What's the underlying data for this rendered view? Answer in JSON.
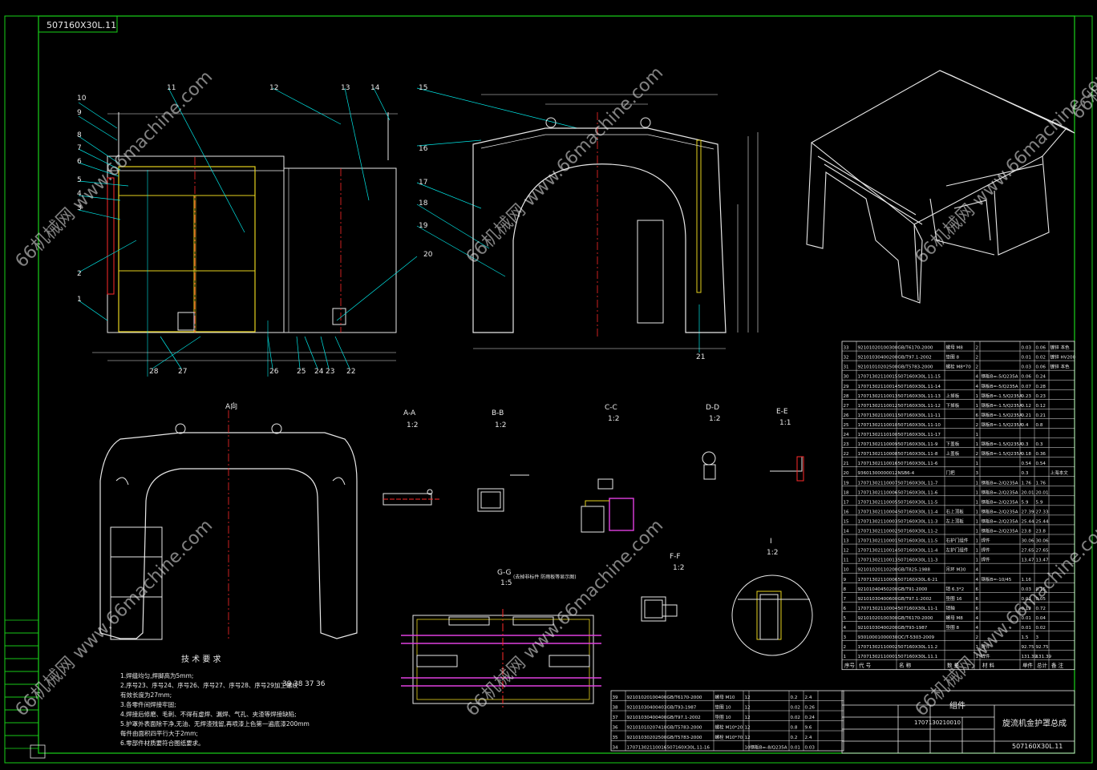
{
  "drawing": {
    "stamp_top_left": "507160X30L.11",
    "drawing_no": "507160X30L.11",
    "project_code": "1707130210010",
    "title_name": "旋流机金护罩总成",
    "title_center": "组件",
    "view_labels": {
      "aa": "A-A",
      "aa_scale": "1:2",
      "bb": "B-B",
      "bb_scale": "1:2",
      "cc": "C-C",
      "cc_scale": "1:2",
      "dd": "D-D",
      "dd_scale": "1:2",
      "ee": "E-E",
      "ee_scale": "1:1",
      "ff": "F-F",
      "ff_scale": "1:2",
      "gg": "G-G",
      "gg_scale": "1:5",
      "gg_note": "(去掉非标件 防雨板等显示图)",
      "i": "I",
      "i_scale": "1:2",
      "a_dir": "A向"
    },
    "tech_req": {
      "heading": "技 术 要 求",
      "lines": [
        "1.焊缝均匀,焊脚高为5mm;",
        "2.序号23、序号24、序号26、序号27、序号28、序号29加工螺纹",
        "  有效长度为27mm;",
        "3.各零件间焊接牢固;",
        "4.焊接后修磨、毛刺、不得有虚焊、漏焊、气孔、夹渣等焊接缺陷;",
        "5.护罩外表面除干净,无油、无焊渣残留,再喷漆上色第一遍底漆200mm",
        "  每件由面积四平行大于2mm;",
        "6.零部件材质要符合图纸要求。"
      ]
    },
    "balloons_top": [
      "10",
      "9",
      "8",
      "7",
      "6",
      "5",
      "4",
      "3",
      "2",
      "1",
      "11",
      "12",
      "13",
      "14",
      "15",
      "16",
      "17",
      "18",
      "19",
      "20",
      "28",
      "27",
      "26",
      "25",
      "24",
      "23",
      "22",
      "21"
    ],
    "balloons_bottom": [
      "39",
      "38",
      "37",
      "36"
    ],
    "watermark": [
      "66机械网 www.66machine.com",
      "66机械网 www.66machine.com",
      "66机械网 www.66machine.com",
      "66机械网 www.66machine.com",
      "66机械网 www.66machine.com",
      "66机械网 www.66machine.com",
      "66机械网 www.66machine.com"
    ],
    "bom_main": [
      [
        "33",
        "92101020100300",
        "GB/T6170-2000",
        "螺母 M8",
        "2",
        "",
        "0.03",
        "0.06",
        "镀锌 本色"
      ],
      [
        "32",
        "92101030400200",
        "GB/T97.1-2002",
        "垫圈 8",
        "2",
        "",
        "0.01",
        "0.02",
        "镀锌 HV200"
      ],
      [
        "31",
        "92101010202500",
        "GB/T5783-2000",
        "螺栓 M8*70",
        "2",
        "",
        "0.03",
        "0.06",
        "镀锌 本色"
      ],
      [
        "30",
        "17071302110015",
        "507160X30L.11-15",
        "",
        "4",
        "钢板B=-5/Q235A",
        "0.06",
        "0.24",
        ""
      ],
      [
        "29",
        "17071302110014",
        "507160X30L.11-14",
        "",
        "4",
        "钢板B=-5/Q235A",
        "0.07",
        "0.28",
        ""
      ],
      [
        "28",
        "17071302110013",
        "507160X30L.11-13",
        "上掉板",
        "1",
        "钢板B=-1.5/Q235A",
        "0.23",
        "0.23",
        ""
      ],
      [
        "27",
        "17071302110012",
        "507160X30L.11-12",
        "下掉板",
        "1",
        "钢板B=-1.5/Q235A",
        "0.12",
        "0.12",
        ""
      ],
      [
        "26",
        "17071302110011",
        "507160X30L.11-11",
        "",
        "6",
        "钢板B=-1.5/Q235A",
        "0.21",
        "0.21",
        ""
      ],
      [
        "25",
        "17071302110010",
        "507160X30L.11-10",
        "",
        "2",
        "钢板B=-1.5/Q235A",
        "0.4",
        "0.8",
        ""
      ],
      [
        "24",
        "17071302110100",
        "507160X30L.11-17",
        "",
        "1",
        "",
        "",
        "",
        ""
      ],
      [
        "23",
        "17071302110009",
        "507160X30L.11-9",
        "下盖板",
        "1",
        "钢板B=-1.5/Q235A",
        "0.3",
        "0.3",
        ""
      ],
      [
        "22",
        "17071302110008",
        "507160X30L.11-8",
        "上盖板",
        "2",
        "钢板B=-1.5/Q235A",
        "0.18",
        "0.36",
        ""
      ],
      [
        "21",
        "17071302110016",
        "507160X30L.11-6",
        "",
        "1",
        "",
        "0.54",
        "0.54",
        ""
      ],
      [
        "20",
        "93601300000012",
        "NSB6-4",
        "门把",
        "3",
        "",
        "0.3",
        "",
        "上海本文"
      ],
      [
        "19",
        "17071302110007",
        "507160X30L.11-7",
        "",
        "1",
        "钢板B=-2/Q235A",
        "1.76",
        "1.76",
        ""
      ],
      [
        "18",
        "17071302110006",
        "507160X30L.11-6",
        "",
        "1",
        "钢板B=-2/Q235A",
        "20.01",
        "20.01",
        ""
      ],
      [
        "17",
        "17071302110005",
        "507160X30L.11-5",
        "",
        "1",
        "钢板B=-2/Q235A",
        "5.9",
        "5.9",
        ""
      ],
      [
        "16",
        "17071302110004",
        "507160X30L.11-4",
        "右上顶板",
        "1",
        "钢板B=-2/Q235A",
        "27.39",
        "27.33",
        ""
      ],
      [
        "15",
        "17071302110003",
        "507160X30L.11-3",
        "左上顶板",
        "1",
        "钢板B=-2/Q235A",
        "25.44",
        "25.44",
        ""
      ],
      [
        "14",
        "17071302110002",
        "507160X30L.11-2",
        "",
        "1",
        "钢板B=-2/Q235A",
        "23.8",
        "23.8",
        ""
      ],
      [
        "13",
        "17071302110001",
        "507160X30L.11-5",
        "右护门组件",
        "1",
        "焊件",
        "30.06",
        "30.06",
        ""
      ],
      [
        "12",
        "17071302110014",
        "507160X30L.11-4",
        "左护门组件",
        "1",
        "焊件",
        "27.65",
        "27.65",
        ""
      ],
      [
        "11",
        "17071302110013",
        "507160X30L.11-3",
        "",
        "1",
        "焊件",
        "13.47",
        "13.47",
        ""
      ],
      [
        "10",
        "92101020110200",
        "GB/T825-1988",
        "吊环 M30",
        "4",
        "",
        "",
        "",
        ""
      ],
      [
        "9",
        "17071302110006",
        "507160X30L.6-21",
        "",
        "4",
        "钢板B=-10/45",
        "1.16",
        "",
        ""
      ],
      [
        "8",
        "92101040450200",
        "GB/T91-2000",
        "销 6.3*2",
        "6",
        "",
        "0.03",
        "0.15",
        ""
      ],
      [
        "7",
        "92101030400600",
        "GB/T97.1-2002",
        "垫圈 16",
        "6",
        "",
        "0.01",
        "0.05",
        ""
      ],
      [
        "6",
        "17071302110004",
        "507160X30L.11-1",
        "销轴",
        "6",
        "",
        "0.12",
        "0.72",
        ""
      ],
      [
        "5",
        "92101020100300",
        "GB/T6170-2000",
        "螺母 M8",
        "4",
        "",
        "0.01",
        "0.04",
        ""
      ],
      [
        "4",
        "92101030400200",
        "GB/T93-1987",
        "垫圈 8",
        "4",
        "",
        "0.01",
        "0.02",
        ""
      ],
      [
        "3",
        "93010001000030",
        "QC/T-5303-2009",
        "",
        "2",
        "",
        "1.5",
        "3",
        ""
      ],
      [
        "2",
        "17071302110002",
        "507160X30L.11.2",
        "",
        "1",
        "焊件",
        "92.75",
        "92.75",
        ""
      ],
      [
        "1",
        "17071302110001",
        "507160X30L.11.1",
        "",
        "1",
        "焊件",
        "131.39",
        "131.39",
        ""
      ]
    ],
    "bom_header": [
      "序号",
      "代 号",
      "名 称",
      "数 量",
      "材 料",
      "单件",
      "总计",
      "备 注"
    ],
    "bom_small": [
      [
        "39",
        "92101020100400",
        "GB/T6170-2000",
        "螺母 M10",
        "12",
        "",
        "0.2",
        "2.4",
        ""
      ],
      [
        "38",
        "92101030400403",
        "GB/T93-1987",
        "垫圈 10",
        "12",
        "",
        "0.02",
        "0.26",
        ""
      ],
      [
        "37",
        "92101030400400",
        "GB/T97.1-2002",
        "垫圈 10",
        "12",
        "",
        "0.02",
        "0.24",
        ""
      ],
      [
        "36",
        "92101010207410",
        "GB/T5783-2000",
        "螺栓 M10*20",
        "12",
        "",
        "0.8",
        "9.6",
        ""
      ],
      [
        "35",
        "92101030202500",
        "GB/T5783-2000",
        "螺栓 M10*70",
        "12",
        "",
        "0.2",
        "2.4",
        ""
      ],
      [
        "34",
        "17071302110016",
        "507160X30L.11-16",
        "",
        "10",
        "钢板B=-8/Q235A",
        "0.01",
        "0.03",
        ""
      ]
    ]
  }
}
